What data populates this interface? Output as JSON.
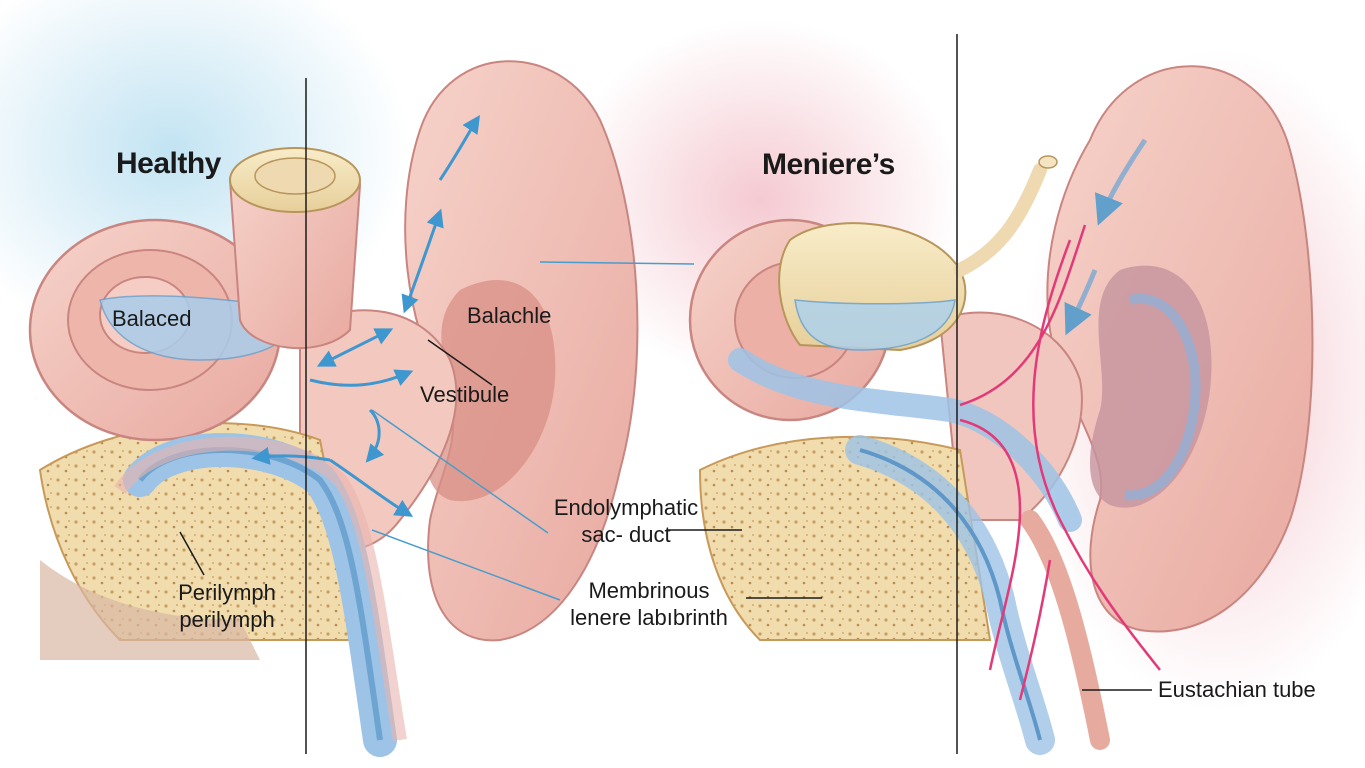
{
  "titles": {
    "healthy": "Healthy",
    "menieres": "Meniere’s"
  },
  "labels": {
    "balanced": "Balaced",
    "balachle": "Balachle",
    "vestibule": "Vestibule",
    "endolymphatic_line1": "Endolymphatic",
    "endolymphatic_line2": "sac- duct",
    "membranous_line1": "Membrinous",
    "membranous_line2": "lenere labıbrinth",
    "perilymph_line1": "Perilymph",
    "perilymph_line2": "perilymph",
    "eustachian": "Eustachian tube"
  },
  "colors": {
    "healthy_glow": "#bfe2f2",
    "meniere_glow": "#f4c7cf",
    "skin": "#f1c2b8",
    "skin_shadow": "#d98e88",
    "bone": "#f3dcae",
    "fluid_blue": "#7fb4dd",
    "leader_blue": "#4a9ccc",
    "nerve_pink": "#e23a78"
  }
}
